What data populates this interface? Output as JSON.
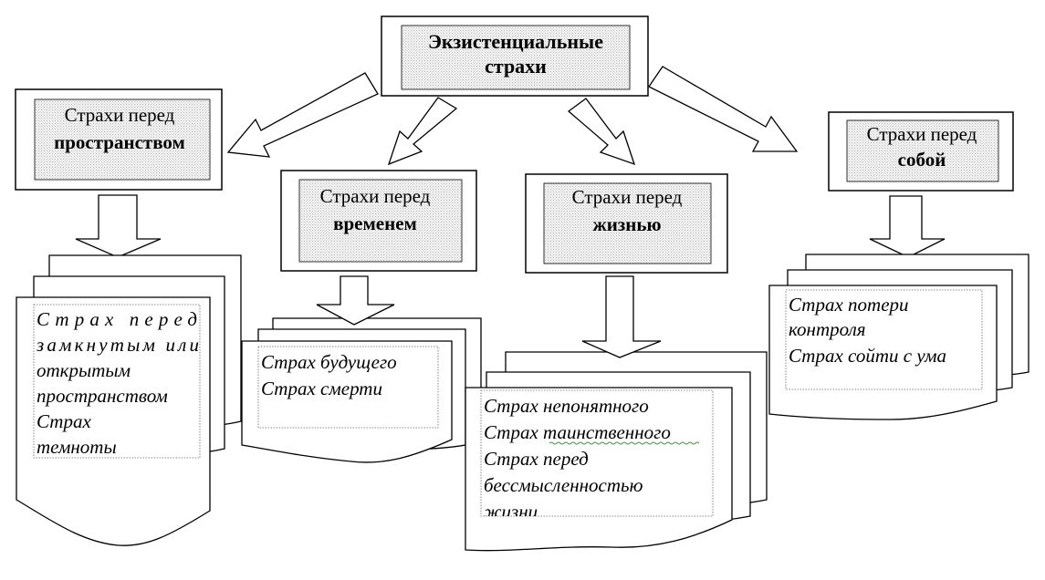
{
  "root": {
    "line1": "Экзистенциальные",
    "line2": "страхи"
  },
  "categories": [
    {
      "id": "space",
      "line1": "Страхи перед",
      "line2": "пространством",
      "items": [
        "Страх перед",
        "замкнутым или",
        "открытым",
        "пространством",
        "Страх",
        "темноты"
      ]
    },
    {
      "id": "time",
      "line1": "Страхи перед",
      "line2": "временем",
      "items": [
        "Страх будущего",
        "Страх смерти"
      ]
    },
    {
      "id": "life",
      "line1": "Страхи перед",
      "line2": "жизнью",
      "items": [
        "Страх непонятного",
        "Страх таинственного",
        "Страх перед",
        "бессмысленностью",
        "жизни"
      ]
    },
    {
      "id": "self",
      "line1": "Страхи перед",
      "line2": "собой",
      "items": [
        "Страх потери",
        "контроля",
        "Страх сойти с ума"
      ]
    }
  ]
}
